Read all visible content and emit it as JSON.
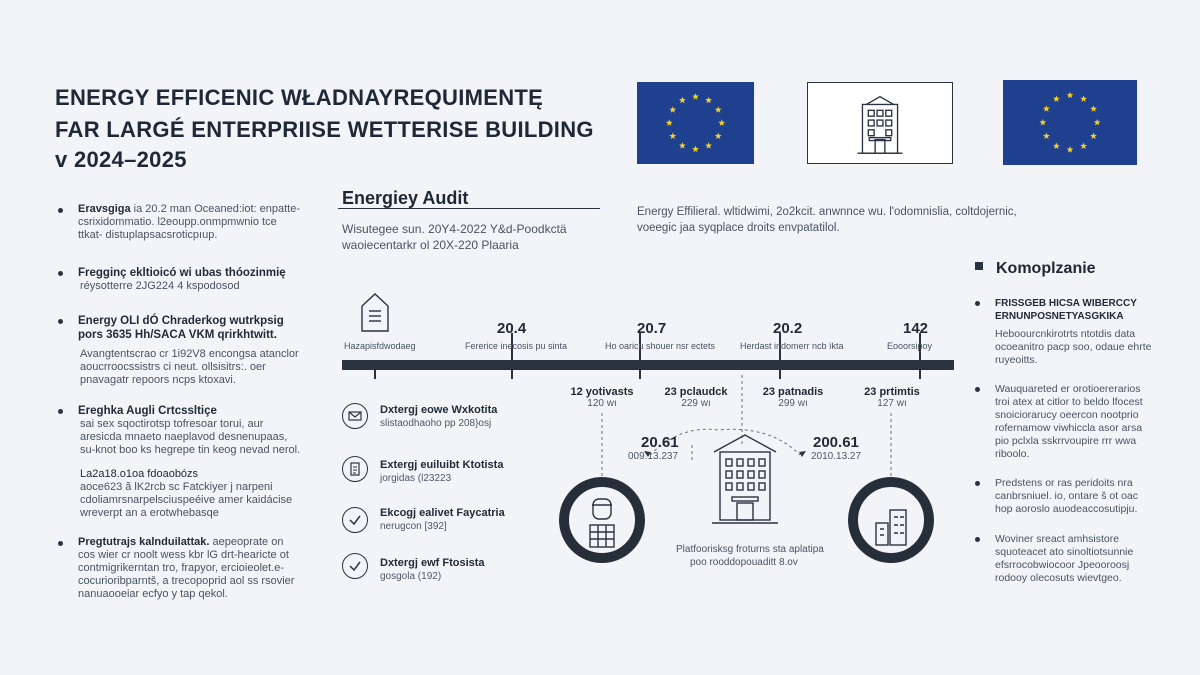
{
  "title": {
    "line1": "ENERGY EFFICENIC WŁADNAYREQUIMENTĘ",
    "line2": "FAR LARGÉ ENTERPRIISE  WETTERISE BUILDING",
    "line3": "v  2024–2025"
  },
  "colors": {
    "eu_blue": "#1f3f8f",
    "star": "#f3cf2a",
    "dark": "#2a3342"
  },
  "left_items": [
    {
      "heading": "Eravsgiga",
      "body": "ia 20.2 man Oceaned:iot: enpatte- csrixidommatio. l2eoupp.onmpmwnio tce ttkat- distuplapsacsroticpıup."
    },
    {
      "heading": "Fregginç ekltioicó wi ubas thóozinmię",
      "body": "réysotterre  2JG224 4 kspodosod"
    },
    {
      "heading": "Energy OLI dÓ Chraderkog wutrkpsig pors 3635 Hh/SACA VKM qrirkhtwitt.",
      "body": "Avangtentscrao cr 1i92V8 encongsa atanclor aoucrroocssistrs ci neut. ollsisitrs:. oer pnavagatr repoors ncps ktoxavi."
    },
    {
      "heading": "Ereghka Augli Crtcssltiçe",
      "body": "sai  sex sqoctirotsp tofresoar torui, aur aresicda mnaeto naeplavod desnenupaas, su-knot boo ks hegrepe tin keog nevad nerol."
    },
    {
      "heading": "La2a18.o1oa fdoaobózs",
      "body": "aoce623 ã lK2rcb sc Fatckiyer j narpeni cdoliamrsnarpelsciuspeéive  amer kaidácise wreverpt an a erotwhebasqe"
    },
    {
      "heading": "Pregtutrajs kalnduilattak.",
      "body": "aepeoprate on cos wier cr noolt wess kbr lG drt-hearicte ot contmigrikerntan tro, frapyor, ercioieolet.e- cocurioribparntš, a trecopoprid aol ss rsovier nanuaooeiar ecfyo y tap qekol."
    }
  ],
  "audit": {
    "heading": "Energiey Audit",
    "line1": "Wisutegee sun. 20Y4-2022 Y&d-Poodkctä",
    "line2": "waoiecentarkr ol 20X-220 Plaaria",
    "desc1": "Energy Effilieral. wltidwimi, 2o2kcit. anwnnce wu. l'odomnislia, coltdojernic,",
    "desc2": "voeegic jaa syqplace droits envpatatilol."
  },
  "timeline": {
    "labels": [
      "Hazapisfdwodaeg",
      "Fererice inecosis pu sinta",
      "Ho oaricu shouer nsr ectets",
      "Herdast indomerr ncb ìkta",
      "Eooorsipoy"
    ],
    "years": [
      "20.4",
      "20.7",
      "20.2",
      "142"
    ],
    "deps": [
      {
        "a": "12 yotivasts",
        "b": "120 wı"
      },
      {
        "a": "23 pclaudck",
        "b": "229 wı"
      },
      {
        "a": "23 patnadis",
        "b": "299 wı"
      },
      {
        "a": "23 prtimtis",
        "b": "127 wı"
      }
    ],
    "mid_left": {
      "year": "20.61",
      "date": "009.13.237"
    },
    "mid_right": {
      "year": "200.61",
      "date": "2010.13.27"
    },
    "caption1": "Platfoorisksg froturns sta aplatipa",
    "caption2": "poo rooddopouaditt 8.ov"
  },
  "activities": [
    {
      "icon": "envelope-icon",
      "title": "Dxtergj eowe Wxkotita",
      "sub": "slistaodhaoho pp 208}osj"
    },
    {
      "icon": "document-icon",
      "title": "Extergj euiluibt Ktotista",
      "sub": "jorgidas (l23223"
    },
    {
      "icon": "check-icon",
      "title": "Ekcogj ealivet Faycatria",
      "sub": "nerugcon [392]"
    },
    {
      "icon": "check-icon",
      "title": "Dxtergj ewf Ftosista",
      "sub": "gosgola (192)"
    }
  ],
  "compliance": {
    "heading": "Komoplzanie",
    "items": [
      {
        "text": "FRISSGEB HICSA WIBERCCY ERNUNPOSNETYASGKIKA",
        "bold": true
      },
      {
        "text": "Heboourcnkirotrts ntotdis data ocoeanitro pacp soo, odaue ehrte ruyeoitts.",
        "bold": false
      },
      {
        "text": "Wauquareted er orotioererarios troi atex at citlor to beldo lfocest snoiciorarucy oeercon nootprio rofernamow viwhiccla asor arsa pio pclxla sskrrvoupire rrr wwa riboolo.",
        "bold": false
      },
      {
        "text": "Predstens or ras peridoits nra canbrsniuel. io, ontare š ot oac hop aoroslo auodeaccosutipju.",
        "bold": false
      },
      {
        "text": "Woviner sreact amhsistore squoteacet ato sinoltiotsunnie efsrrocobwiocoor Jpeooroosj rodooy olecosuts wievtgeo.",
        "bold": false
      }
    ]
  }
}
